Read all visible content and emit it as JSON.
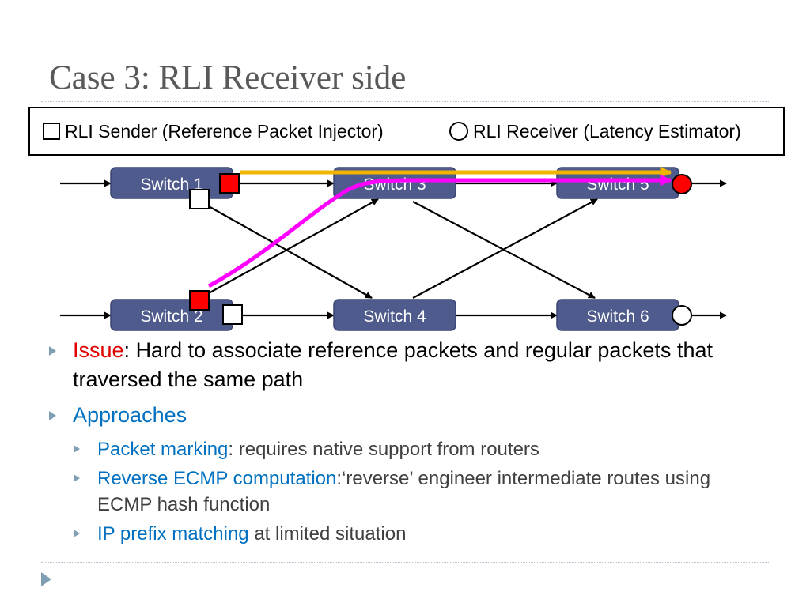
{
  "slide": {
    "title": "Case 3: RLI Receiver side",
    "legend": {
      "sender_label": "RLI Sender (Reference Packet Injector)",
      "receiver_label": "RLI Receiver (Latency Estimator)"
    },
    "diagram": {
      "switches": [
        "Switch 1",
        "Switch 3",
        "Switch 5",
        "Switch 2",
        "Switch 4",
        "Switch 6"
      ],
      "colors": {
        "switch_fill": "#4f5b8c",
        "marked": "#ff0000",
        "path_yellow": "#f0b400",
        "path_magenta": "#ff00ff"
      }
    },
    "bullets": [
      {
        "prefix": "Issue",
        "sep": ": ",
        "text": "Hard to associate reference packets and regular packets that traversed the same path",
        "subs": []
      },
      {
        "prefix": "Approaches",
        "sep": "",
        "text": "",
        "subs": [
          {
            "prefix": "Packet marking",
            "text": ": requires native support from routers"
          },
          {
            "prefix": "Reverse ECMP computation",
            "text": ":‘reverse’ engineer intermediate routes using ECMP hash function"
          },
          {
            "prefix": "IP prefix matching",
            "text": " at limited situation"
          }
        ]
      }
    ]
  }
}
